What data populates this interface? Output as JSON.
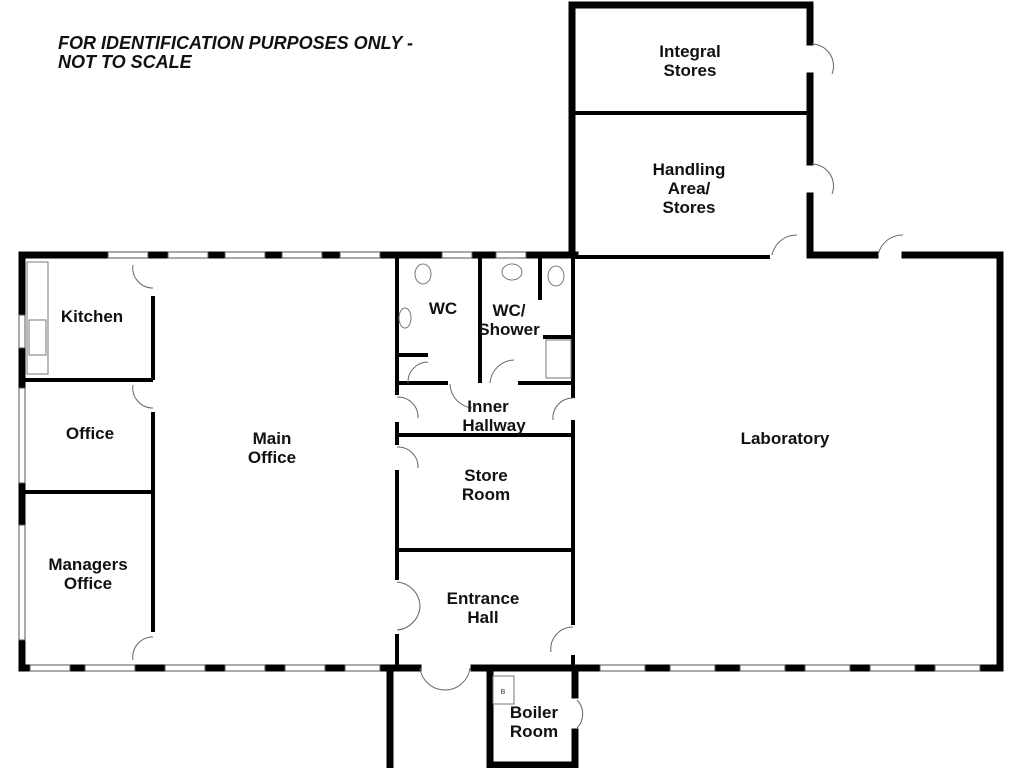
{
  "disclaimer": {
    "line1": "FOR IDENTIFICATION PURPOSES ONLY -",
    "line2": "NOT TO SCALE"
  },
  "rooms": {
    "integral_stores": [
      "Integral",
      "Stores"
    ],
    "handling_area": [
      "Handling",
      "Area/",
      "Stores"
    ],
    "kitchen": [
      "Kitchen"
    ],
    "office": [
      "Office"
    ],
    "managers_office": [
      "Managers",
      "Office"
    ],
    "main_office": [
      "Main",
      "Office"
    ],
    "wc": [
      "WC"
    ],
    "wc_shower": [
      "WC/",
      "Shower"
    ],
    "inner_hallway": [
      "Inner",
      "Hallway"
    ],
    "store_room": [
      "Store",
      "Room"
    ],
    "entrance_hall": [
      "Entrance",
      "Hall"
    ],
    "laboratory": [
      "Laboratory"
    ],
    "boiler_room": [
      "Boiler",
      "Room"
    ]
  },
  "fixtures": {
    "boiler_mark": "B"
  }
}
